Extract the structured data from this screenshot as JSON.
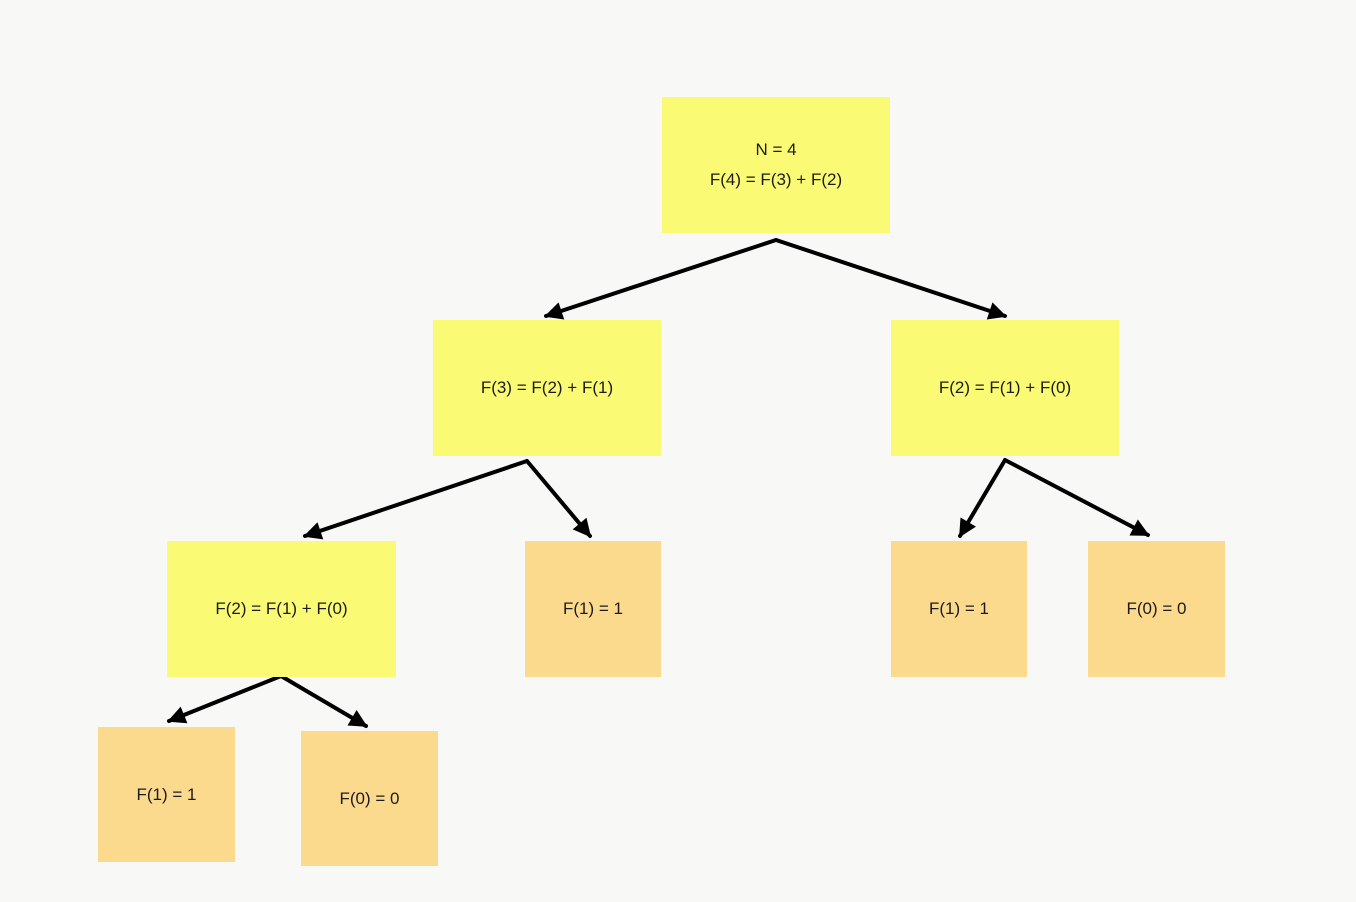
{
  "diagram": {
    "colors": {
      "background": "#f8f8f7",
      "recursive_node": "#fafa75",
      "base_case_node": "#fbd98d",
      "arrow": "#000000",
      "text": "#1c1c1c"
    },
    "nodes": [
      {
        "id": "f4-root",
        "title": "N = 4",
        "label": "F(4) = F(3) + F(2)",
        "kind": "recursive"
      },
      {
        "id": "f3",
        "label": "F(3) = F(2) + F(1)",
        "kind": "recursive"
      },
      {
        "id": "f2-right",
        "label": "F(2) = F(1) + F(0)",
        "kind": "recursive"
      },
      {
        "id": "f2-left",
        "label": "F(2) = F(1) + F(0)",
        "kind": "recursive"
      },
      {
        "id": "f1-middle",
        "label": "F(1) = 1",
        "kind": "base-case"
      },
      {
        "id": "f1-right",
        "label": "F(1) = 1",
        "kind": "base-case"
      },
      {
        "id": "f0-right",
        "label": "F(0) = 0",
        "kind": "base-case"
      },
      {
        "id": "f1-bottom",
        "label": "F(1) = 1",
        "kind": "base-case"
      },
      {
        "id": "f0-bottom",
        "label": "F(0) = 0",
        "kind": "base-case"
      }
    ],
    "edges": [
      {
        "from": "f4-root",
        "to": "f3"
      },
      {
        "from": "f4-root",
        "to": "f2-right"
      },
      {
        "from": "f3",
        "to": "f2-left"
      },
      {
        "from": "f3",
        "to": "f1-middle"
      },
      {
        "from": "f2-right",
        "to": "f1-right"
      },
      {
        "from": "f2-right",
        "to": "f0-right"
      },
      {
        "from": "f2-left",
        "to": "f1-bottom"
      },
      {
        "from": "f2-left",
        "to": "f0-bottom"
      }
    ]
  }
}
